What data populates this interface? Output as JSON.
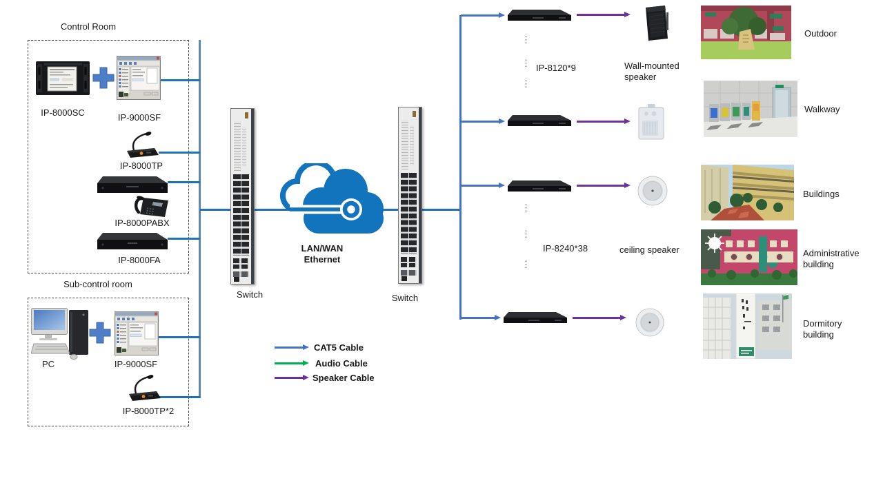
{
  "control_room": {
    "title": "Control Room",
    "devices": {
      "sc": "IP-8000SC",
      "sf": "IP-9000SF",
      "tp": "IP-8000TP",
      "pabx": "IP-8000PABX",
      "fa": "IP-8000FA"
    }
  },
  "sub_control_room": {
    "title": "Sub-control room",
    "devices": {
      "pc": "PC",
      "sf": "IP-9000SF",
      "tp2": "IP-8000TP*2"
    }
  },
  "network": {
    "switch_left": "Switch",
    "switch_right": "Switch",
    "cloud_line1": "LAN/WAN",
    "cloud_line2": "Ethernet"
  },
  "endpoints": {
    "amp_top_label": "IP-8120*9",
    "amp_top_speaker": "Wall-mounted speaker",
    "amp_bottom_label": "IP-8240*38",
    "amp_bottom_speaker": "ceiling speaker",
    "ellipsis": "⋮"
  },
  "legend": {
    "items": [
      {
        "label": "CAT5 Cable",
        "color": "#4472c4"
      },
      {
        "label": "Audio Cable",
        "color": "#00b050"
      },
      {
        "label": "Speaker Cable",
        "color": "#7030a0"
      }
    ]
  },
  "locations": [
    {
      "label": "Outdoor"
    },
    {
      "label": "Walkway"
    },
    {
      "label": "Buildings"
    },
    {
      "label": "Administrative building"
    },
    {
      "label": "Dormitory building"
    }
  ],
  "colors": {
    "line_blue": "#1f72b8",
    "bus_left": "#5b87b5",
    "bus_right": "#4472c4",
    "cat5": "#4472c4",
    "audio": "#00b050",
    "speaker_cable": "#7030a0",
    "cloud": "#1274bd"
  }
}
